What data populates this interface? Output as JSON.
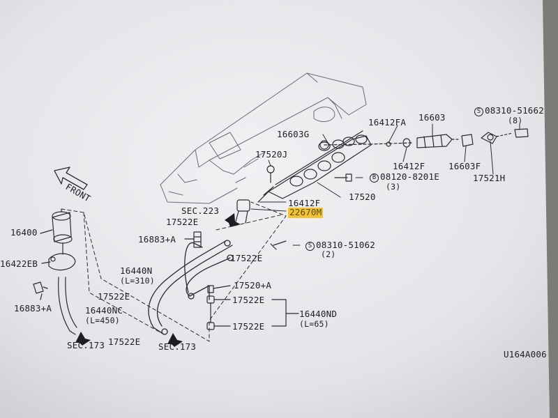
{
  "diagram": {
    "labels": {
      "p16603": "16603",
      "p08310_51662": "08310-51662",
      "q8": "(8)",
      "p16412FA": "16412FA",
      "p16603G": "16603G",
      "p17520J": "17520J",
      "p16412F_top": "16412F",
      "p16603F": "16603F",
      "p17521H": "17521H",
      "p08120_8201E": "08120-8201E",
      "q3": "(3)",
      "p17520": "17520",
      "p16412F": "16412F",
      "sec223": "SEC.223",
      "p22670M": "22670M",
      "p17522E_a": "17522E",
      "p16883A_a": "16883+A",
      "p16400": "16400",
      "p16422EB": "16422EB",
      "p16883A_b": "16883+A",
      "p16440N": "16440N",
      "l310": "(L=310)",
      "p17522E_b": "17522E",
      "p16440NC": "16440NC",
      "l450": "(L=450)",
      "p17520A": "17520+A",
      "p17522E_c": "17522E",
      "p17522E_d": "17522E",
      "p16440ND": "16440ND",
      "l65": "(L=65)",
      "p17522E_e": "17522E",
      "p17522E_f": "17522E",
      "p08310_51062": "08310-51062",
      "q2": "(2)",
      "sec173_a": "SEC.173",
      "sec173_b": "SEC.173",
      "front": "FRONT",
      "s_mark": "S",
      "b_mark": "B",
      "s_mark2": "S",
      "figure_id": "U164A006"
    },
    "colors": {
      "paper": "#e9e9ed",
      "ink": "#2a2a2e",
      "highlight": "#f2c230"
    }
  }
}
